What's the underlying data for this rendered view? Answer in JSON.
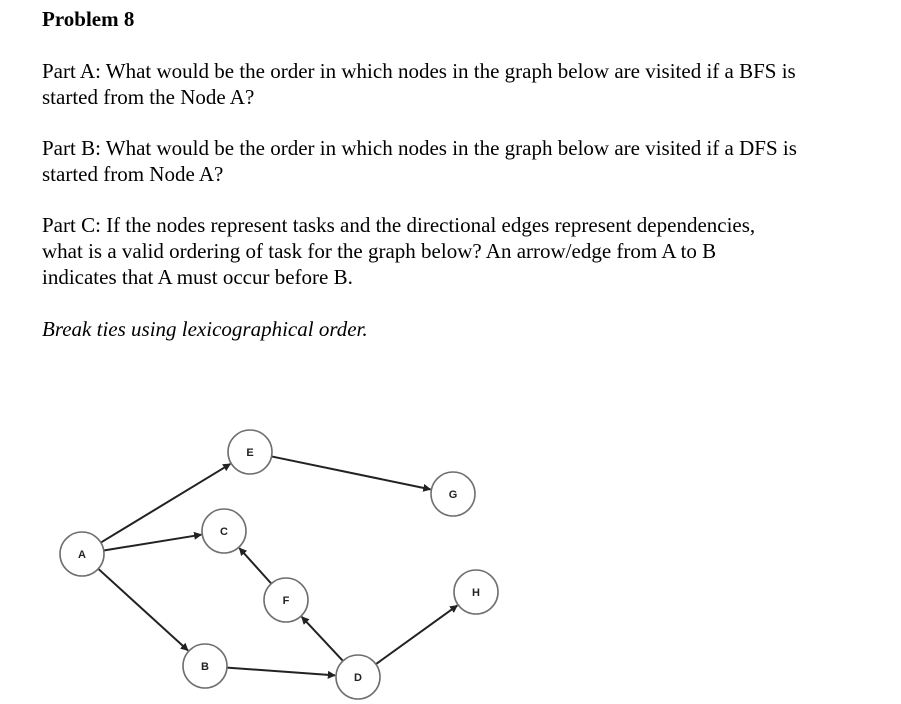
{
  "document": {
    "title": "Problem 8",
    "part_a": {
      "line1": "Part A: What would be the order in which nodes in the graph below are visited if a BFS is",
      "line2": "started from the Node A?"
    },
    "part_b": {
      "line1": "Part B: What would be the order in which nodes in the graph below are visited if a DFS is",
      "line2": "started from Node A?"
    },
    "part_c": {
      "line1": "Part C: If the nodes represent tasks and the directional edges represent dependencies,",
      "line2": "what is a valid ordering of task for the graph below?  An arrow/edge from A to B",
      "line3": "indicates that A must occur before B."
    },
    "note": "Break ties using lexicographical order."
  },
  "graph": {
    "nodes": [
      {
        "id": "A",
        "label": "A"
      },
      {
        "id": "B",
        "label": "B"
      },
      {
        "id": "C",
        "label": "C"
      },
      {
        "id": "D",
        "label": "D"
      },
      {
        "id": "E",
        "label": "E"
      },
      {
        "id": "F",
        "label": "F"
      },
      {
        "id": "G",
        "label": "G"
      },
      {
        "id": "H",
        "label": "H"
      }
    ],
    "edges": [
      {
        "from": "A",
        "to": "E"
      },
      {
        "from": "A",
        "to": "C"
      },
      {
        "from": "A",
        "to": "B"
      },
      {
        "from": "E",
        "to": "G"
      },
      {
        "from": "F",
        "to": "C"
      },
      {
        "from": "D",
        "to": "F"
      },
      {
        "from": "B",
        "to": "D"
      },
      {
        "from": "D",
        "to": "H"
      }
    ]
  }
}
